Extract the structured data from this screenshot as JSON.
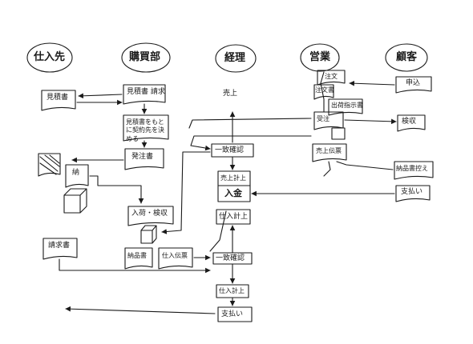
{
  "columns": {
    "supplier": "仕入先",
    "purchasing": "購買部",
    "accounting": "経理",
    "sales": "営業",
    "customer": "顧客"
  },
  "nodes": {
    "quotation": "見積書",
    "quote_request": "見積書 請求",
    "decide_supplier": "見積書をもとに契約先を決める",
    "purchase_order": "発注書",
    "goods": "納",
    "receiving": "入荷・検収",
    "delivery_note": "納品書",
    "purchase_slip": "仕入伝票",
    "invoice": "請求書",
    "sales_record": "売上",
    "match_check": "一致確認",
    "receivable": "売上計上",
    "deposit": "入金",
    "purchase_record_top": "仕入計上",
    "match_check_2": "一致確認",
    "purchase_record_bottom": "仕入計上",
    "payment": "支払い",
    "order_receipt": "注文",
    "order_slip": "注文書",
    "shipping_instruction": "出荷指示書",
    "sales_slip": "売上伝票",
    "order_accept": "受注",
    "apply": "申込",
    "acceptance": "検収",
    "delivery_receipt": "納品書控え",
    "customer_payment": "支払い"
  }
}
